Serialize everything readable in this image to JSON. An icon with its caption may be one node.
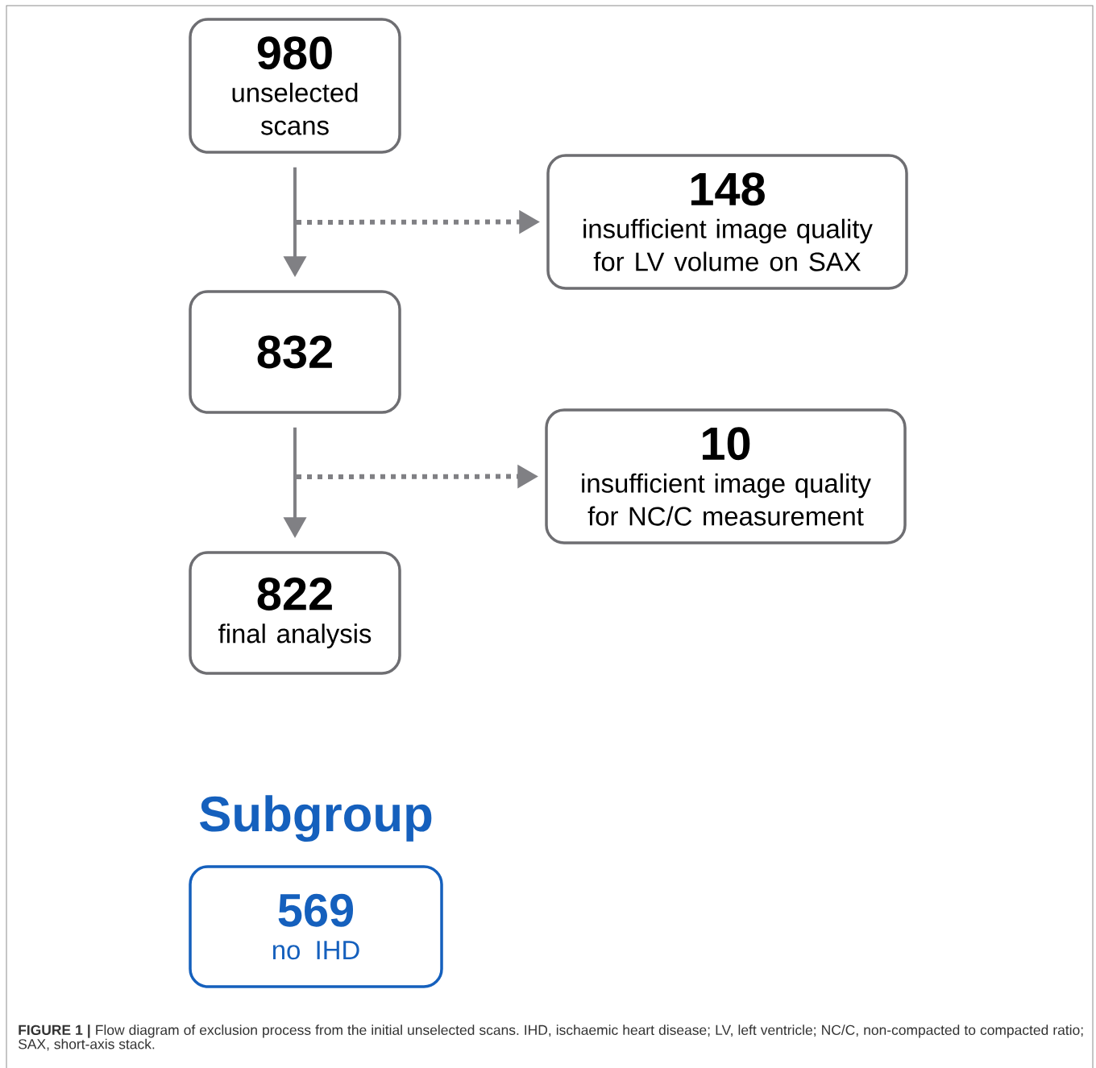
{
  "diagram": {
    "caption": "**FIGURE 1 |** Flow diagram of exclusion process from the initial unselected scans. IHD, ischaemic heart disease; LV, left ventricle; NC/C, non-compacted to compacted ratio; SAX, short-axis stack.",
    "nodes": [
      {
        "text": [
          "980",
          "unselected scans"
        ]
      },
      {
        "text": [
          "148",
          "insufficient image quality for LV volume on SAX"
        ]
      },
      {
        "text": [
          "832"
        ]
      },
      {
        "text": [
          "10",
          "insufficient image quality for NC/C measurement"
        ]
      },
      {
        "text": [
          "822",
          "final analysis"
        ]
      },
      {
        "text": [
          "Subgroup",
          "569",
          "no IHD"
        ]
      }
    ],
    "edges": [
      {
        "from": 0,
        "to": 2,
        "arrow": "to"
      },
      {
        "from": null,
        "to": 1,
        "arrow": "to",
        "style": "dashed"
      },
      {
        "from": 2,
        "to": 4,
        "arrow": "to"
      },
      {
        "from": null,
        "to": 3,
        "arrow": "to",
        "style": "dashed"
      }
    ]
  }
}
